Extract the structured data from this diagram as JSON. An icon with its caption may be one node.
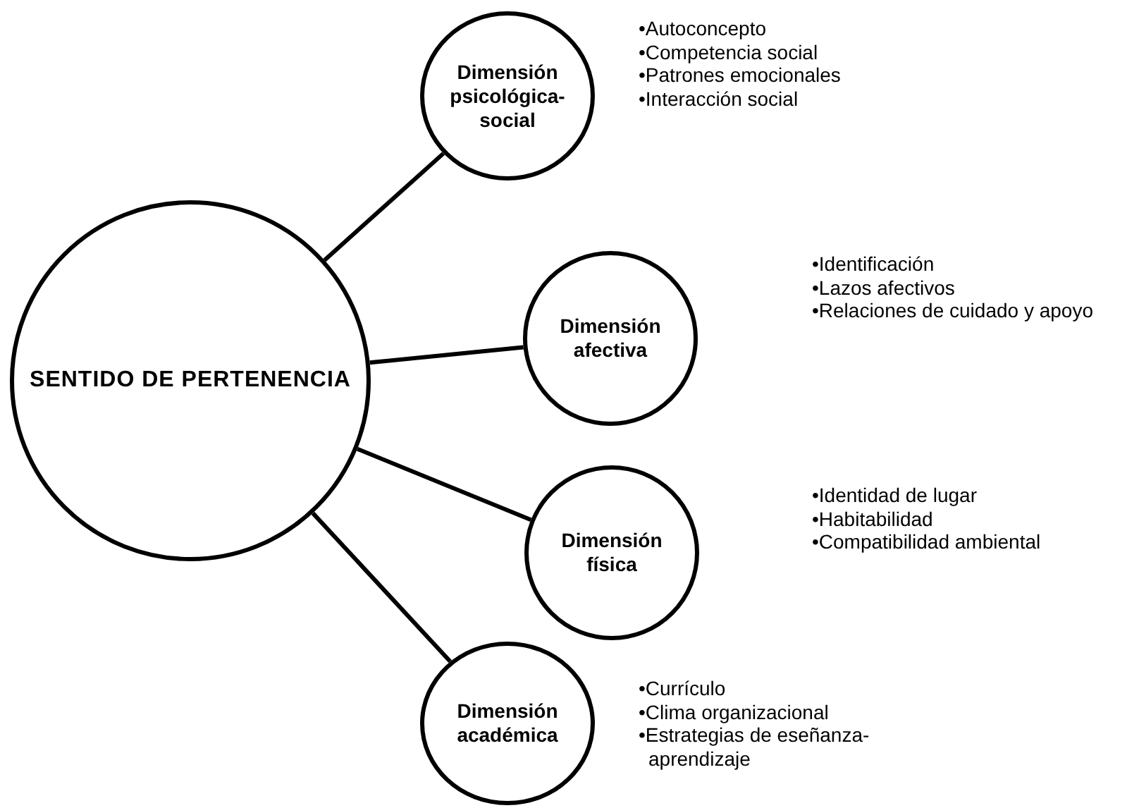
{
  "diagram": {
    "nodes": [
      {
        "text": [
          "SENTIDO DE PERTENENCIA"
        ]
      },
      {
        "text": [
          "Dimensión psicológica-social"
        ],
        "beside": [
          "•Autoconcepto",
          "•Competencia social",
          "•Patrones emocionales",
          "•Interacción social"
        ]
      },
      {
        "text": [
          "Dimensión afectiva"
        ],
        "beside": [
          "•Identificación",
          "•Lazos afectivos",
          "•Relaciones de cuidado y apoyo"
        ]
      },
      {
        "text": [
          "Dimensión física"
        ],
        "beside": [
          "•Identidad de lugar",
          "•Habitabilidad",
          "•Compatibilidad ambiental"
        ]
      },
      {
        "text": [
          "Dimensión académica"
        ],
        "beside": [
          "•Currículo",
          "•Clima organizacional",
          "•Estrategias de eseñanza-aprendizaje"
        ]
      }
    ],
    "edges": [
      {
        "from": 0,
        "to": 1,
        "arrow": "none"
      },
      {
        "from": 0,
        "to": 2,
        "arrow": "none"
      },
      {
        "from": 0,
        "to": 3,
        "arrow": "none"
      },
      {
        "from": 0,
        "to": 4,
        "arrow": "none"
      }
    ]
  }
}
